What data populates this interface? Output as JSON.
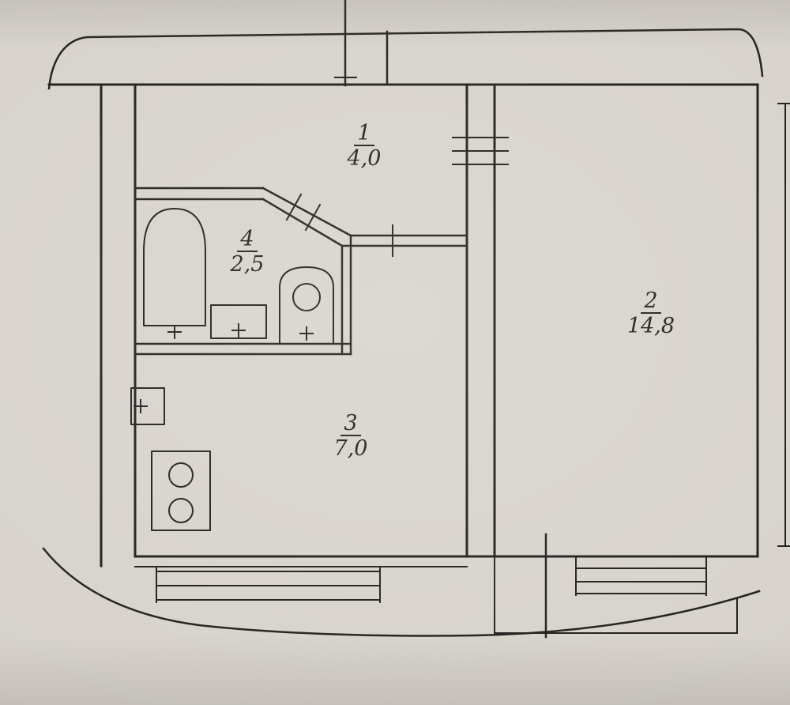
{
  "rooms": [
    {
      "id": "room-1",
      "number": "1",
      "area": "4,0"
    },
    {
      "id": "room-2",
      "number": "2",
      "area": "14,8"
    },
    {
      "id": "room-3",
      "number": "3",
      "area": "7,0"
    },
    {
      "id": "room-4",
      "number": "4",
      "area": "2,5"
    }
  ],
  "fixtures": [
    "bathtub",
    "washbasin",
    "toilet",
    "kitchen-sink",
    "stove",
    "balcony-window",
    "room-window"
  ],
  "marks": {
    "plus_symbol": "+"
  },
  "colors": {
    "paper": "#d7d3cc",
    "ink": "#201f1d"
  }
}
